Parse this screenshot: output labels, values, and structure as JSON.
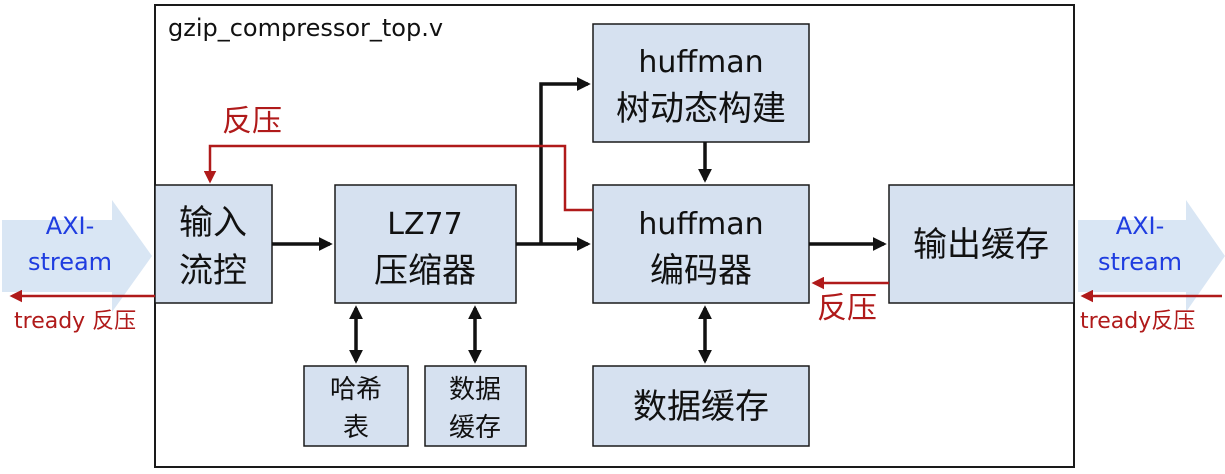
{
  "module": {
    "title": "gzip_compressor_top.v"
  },
  "blocks": {
    "input_ctrl": {
      "line1": "输入",
      "line2": "流控"
    },
    "lz77": {
      "line1": "LZ77",
      "line2": "压缩器"
    },
    "hash": {
      "line1": "哈希",
      "line2": "表"
    },
    "buf_small": {
      "line1": "数据",
      "line2": "缓存"
    },
    "tree": {
      "line1": "huffman",
      "line2": "树动态构建"
    },
    "encoder": {
      "line1": "huffman",
      "line2": "编码器"
    },
    "data_buf": {
      "label": "数据缓存"
    },
    "out_buf": {
      "label": "输出缓存"
    }
  },
  "labels": {
    "backpressure_top": "反压",
    "backpressure_mid": "反压",
    "left_axi_line1": "AXI-",
    "left_axi_line2": "stream",
    "left_tready": "tready 反压",
    "right_axi_line1": "AXI-",
    "right_axi_line2": "stream",
    "right_tready": "tready反压"
  },
  "colors": {
    "block_fill": "#d6e1f0",
    "backpressure": "#b01a1a",
    "axi_text": "#1f3de0",
    "axi_arrow": "#d9e6f4"
  }
}
